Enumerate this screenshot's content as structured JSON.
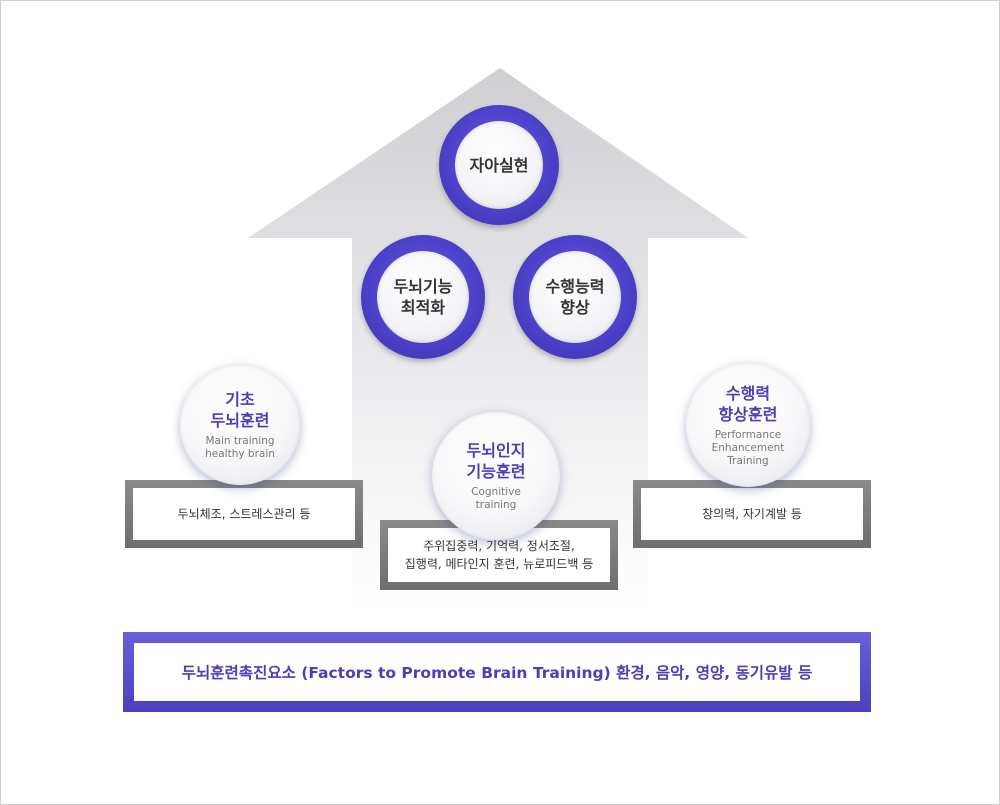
{
  "goals": {
    "top": "자아실현",
    "left": [
      "두뇌기능",
      "최적화"
    ],
    "right": [
      "수행능력",
      "향상"
    ]
  },
  "trainings": [
    {
      "title": [
        "기초",
        "두뇌훈련"
      ],
      "subtitle": [
        "Main training",
        "healthy brain"
      ],
      "items": [
        "두뇌체조, 스트레스관리 등"
      ]
    },
    {
      "title": [
        "두뇌인지",
        "기능훈련"
      ],
      "subtitle": [
        "Cognitive",
        "training"
      ],
      "items": [
        "주위집중력, 기억력, 정서조절,",
        "집행력, 메타인지 훈련, 뉴로피드백 등"
      ]
    },
    {
      "title": [
        "수행력",
        "향상훈련"
      ],
      "subtitle": [
        "Performance",
        "Enhancement",
        "Training"
      ],
      "items": [
        "창의력, 자기계발 등"
      ]
    }
  ],
  "foundation": "두뇌훈련촉진요소 (Factors to Promote Brain Training) 환경, 음악, 영양, 동기유발 등",
  "colors": {
    "accent": "#4b3fb8",
    "ring": "#5447d0",
    "box_border": "#7a7a7a"
  }
}
